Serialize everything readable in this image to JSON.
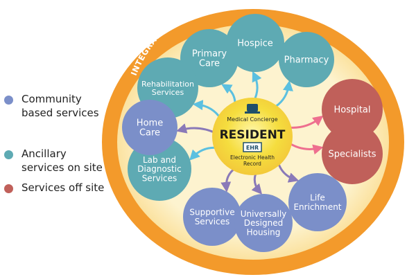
{
  "legend": [
    {
      "label_lines": [
        "Community",
        "based services"
      ],
      "color": "#7b8fc9"
    },
    {
      "label_lines": [
        "Ancillary",
        "services on site"
      ],
      "color": "#5eaab3"
    },
    {
      "label_lines": [
        "Services off site"
      ],
      "color": "#c0605a"
    }
  ],
  "ring_text": "INTEGRATED CARE PLAN AND COMMUNICATION PROTOCOLS",
  "center": {
    "top_label": "Medical Concierge",
    "title": "RESIDENT",
    "badge": "EHR",
    "bottom_label_lines": [
      "Electronic Health",
      "Record"
    ]
  },
  "nodes": {
    "ancillary": [
      {
        "key": "primary-care",
        "label_lines": [
          "Primary",
          "Care"
        ]
      },
      {
        "key": "hospice",
        "label_lines": [
          "Hospice"
        ]
      },
      {
        "key": "pharmacy",
        "label_lines": [
          "Pharmacy"
        ]
      },
      {
        "key": "rehabilitation-services",
        "label_lines": [
          "Rehabilitation",
          "Services"
        ]
      },
      {
        "key": "lab-and-diagnostic-services",
        "label_lines": [
          "Lab and",
          "Diagnostic",
          "Services"
        ]
      }
    ],
    "community": [
      {
        "key": "home-care",
        "label_lines": [
          "Home",
          "Care"
        ]
      },
      {
        "key": "supportive-services",
        "label_lines": [
          "Supportive",
          "Services"
        ]
      },
      {
        "key": "universally-designed-housing",
        "label_lines": [
          "Universally",
          "Designed",
          "Housing"
        ]
      },
      {
        "key": "life-enrichment",
        "label_lines": [
          "Life",
          "Enrichment"
        ]
      }
    ],
    "offsite": [
      {
        "key": "hospital",
        "label_lines": [
          "Hospital"
        ]
      },
      {
        "key": "specialists",
        "label_lines": [
          "Specialists"
        ]
      }
    ]
  },
  "colors": {
    "ring_outer": "#f39a2b",
    "ring_inner": "#fbe7a8",
    "ancillary": "#5eaab3",
    "community": "#7b8fc9",
    "offsite": "#c0605a",
    "center": "#f3dc3c",
    "arrow_ancillary": "#5bc0e0",
    "arrow_community": "#8a79b8",
    "arrow_offsite": "#ee6f8f"
  }
}
